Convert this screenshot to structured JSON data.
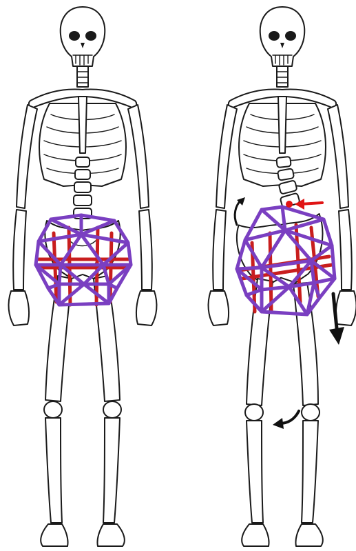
{
  "figure": {
    "panels": [
      {
        "id": "neutral",
        "state": "neutral pelvis"
      },
      {
        "id": "rotated",
        "state": "rotated and tilted pelvis"
      }
    ]
  },
  "colors": {
    "background": "#ffffff",
    "bone_outline": "#1a1a1a",
    "icosahedron_front": "#7a3fc1",
    "tension_rod": "#c81e1e",
    "force_arrow": "#e01414",
    "movement_arrow": "#111111"
  },
  "icons": {
    "structure": "icosahedron-tensegrity",
    "force_marker": "red-arrow-pointing-left",
    "movement_markers": [
      "curved-arrow-up",
      "arrow-down",
      "curved-arrow-left"
    ]
  }
}
